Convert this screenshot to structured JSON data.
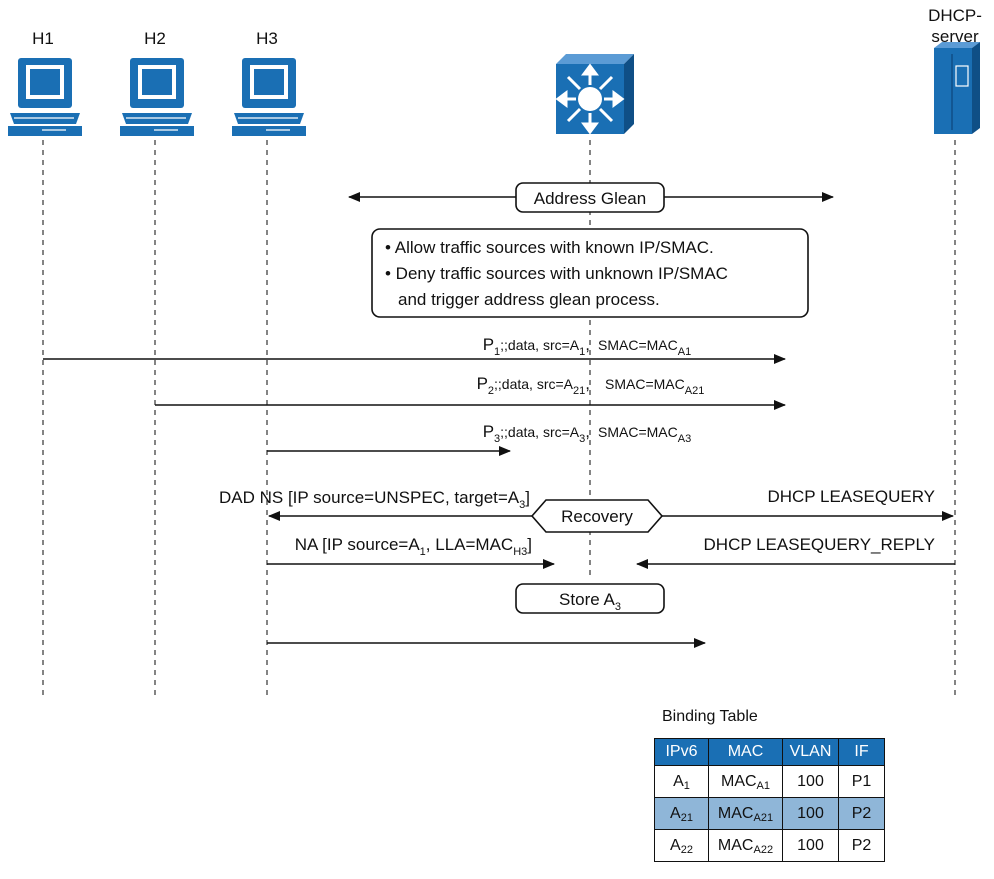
{
  "nodes": {
    "h1": "H1",
    "h2": "H2",
    "h3": "H3",
    "dhcp_line1": "DHCP-",
    "dhcp_line2": "server"
  },
  "glean_label": "Address Glean",
  "policy": {
    "line1": "• Allow traffic sources with known IP/SMAC.",
    "line2": "• Deny traffic sources with unknown IP/SMAC",
    "line3": "and trigger address glean process."
  },
  "messages": [
    {
      "p": "P",
      "p_sub": "1",
      "mid": ";;data, src=A",
      "a_sub": "1",
      "tail": ",",
      "smac": "SMAC=MAC",
      "smac_sub": "A1"
    },
    {
      "p": "P",
      "p_sub": "2",
      "mid": ";;data, src=A",
      "a_sub": "21",
      "tail": ",",
      "smac": "SMAC=MAC",
      "smac_sub": "A21"
    },
    {
      "p": "P",
      "p_sub": "3",
      "mid": ";;data, src=A",
      "a_sub": "3",
      "tail": ",",
      "smac": "SMAC=MAC",
      "smac_sub": "A3"
    }
  ],
  "dad": {
    "text": "DAD NS [IP source=UNSPEC, target=A",
    "sub": "3",
    "tail": "]"
  },
  "recovery_label": "Recovery",
  "leasequery": "DHCP LEASEQUERY",
  "na": {
    "text1": "NA [IP source=A",
    "sub1": "1",
    "text2": ", LLA=MAC",
    "sub2": "H3",
    "tail": "]"
  },
  "leasequery_reply": "DHCP LEASEQUERY_REPLY",
  "store": {
    "text": "Store A",
    "sub": "3"
  },
  "binding_table": {
    "title": "Binding Table",
    "headers": [
      "IPv6",
      "MAC",
      "VLAN",
      "IF"
    ],
    "rows": [
      {
        "ipv6": "A",
        "ipv6_sub": "1",
        "mac": "MAC",
        "mac_sub": "A1",
        "vlan": "100",
        "if": "P1",
        "highlight": false
      },
      {
        "ipv6": "A",
        "ipv6_sub": "21",
        "mac": "MAC",
        "mac_sub": "A21",
        "vlan": "100",
        "if": "P2",
        "highlight": true
      },
      {
        "ipv6": "A",
        "ipv6_sub": "22",
        "mac": "MAC",
        "mac_sub": "A22",
        "vlan": "100",
        "if": "P2",
        "highlight": false
      }
    ]
  },
  "colors": {
    "device_blue": "#1a6fb4",
    "header_blue": "#1a6fb4",
    "highlight_row": "#8fb6d8"
  }
}
